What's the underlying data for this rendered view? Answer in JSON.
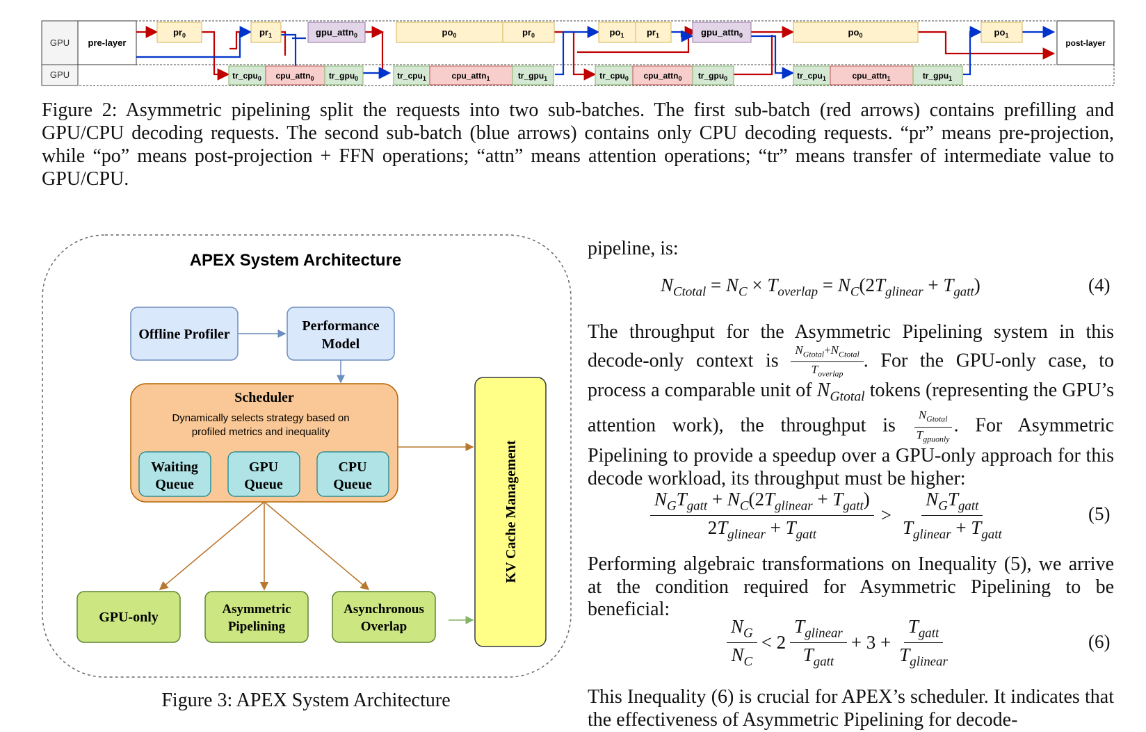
{
  "fig2": {
    "row_label_top": "GPU",
    "row_label_bottom": "GPU",
    "pre_layer": "pre-layer",
    "post_layer": "post-layer",
    "top_blocks": [
      {
        "base": "pr",
        "sub": "0"
      },
      {
        "base": "pr",
        "sub": "1"
      },
      {
        "base": "gpu_attn",
        "sub": "0"
      },
      {
        "base": "po",
        "sub": "0"
      },
      {
        "base": "pr",
        "sub": "0"
      },
      {
        "base": "po",
        "sub": "1"
      },
      {
        "base": "pr",
        "sub": "1"
      },
      {
        "base": "gpu_attn",
        "sub": "0"
      },
      {
        "base": "po",
        "sub": "0"
      },
      {
        "base": "po",
        "sub": "1"
      }
    ],
    "bottom_blocks": [
      {
        "base": "tr_cpu",
        "sub": "0"
      },
      {
        "base": "cpu_attn",
        "sub": "0"
      },
      {
        "base": "tr_gpu",
        "sub": "0"
      },
      {
        "base": "tr_cpu",
        "sub": "1"
      },
      {
        "base": "cpu_attn",
        "sub": "1"
      },
      {
        "base": "tr_gpu",
        "sub": "1"
      },
      {
        "base": "tr_cpu",
        "sub": "0"
      },
      {
        "base": "cpu_attn",
        "sub": "0"
      },
      {
        "base": "tr_gpu",
        "sub": "0"
      },
      {
        "base": "tr_cpu",
        "sub": "1"
      },
      {
        "base": "cpu_attn",
        "sub": "1"
      },
      {
        "base": "tr_gpu",
        "sub": "1"
      }
    ],
    "caption": "Figure 2: Asymmetric pipelining split the requests into two sub-batches. The first sub-batch (red arrows) contains prefilling and GPU/CPU decoding requests. The second sub-batch (blue arrows) contains only CPU decoding requests. “pr” means pre-projection, while “po” means post-projection + FFN operations; “attn” means attention operations; “tr” means transfer of intermediate value to GPU/CPU."
  },
  "fig3": {
    "title": "APEX System Architecture",
    "offline_profiler": "Offline Profiler",
    "performance_model_l1": "Performance",
    "performance_model_l2": "Model",
    "scheduler_title": "Scheduler",
    "scheduler_desc_l1": "Dynamically selects strategy based on",
    "scheduler_desc_l2": "profiled metrics and inequality",
    "waiting_l1": "Waiting",
    "waiting_l2": "Queue",
    "gpuq_l1": "GPU",
    "gpuq_l2": "Queue",
    "cpuq_l1": "CPU",
    "cpuq_l2": "Queue",
    "kv_cache": "KV Cache Management",
    "gpu_only": "GPU-only",
    "asym_l1": "Asymmetric",
    "asym_l2": "Pipelining",
    "async_l1": "Asynchronous",
    "async_l2": "Overlap",
    "caption": "Figure 3: APEX System Architecture",
    "colors": {
      "blue_box": "#dae8fc",
      "orange_box": "#fac896",
      "teal_box": "#b0e3e6",
      "green_box": "#cce682",
      "yellow_box": "#ffff88"
    }
  },
  "text": {
    "p1": "pipeline, is:",
    "eq4_num": "(4)",
    "p2a": "The throughput for the Asymmetric Pipelining system in this decode-only context is",
    "p2b": ". For the GPU-only case, to process a comparable unit of",
    "p2c": "tokens (representing the GPU’s attention work), the throughput is",
    "p2d": ". For Asymmetric Pipelining to provide a speedup over a GPU-only approach for this decode workload, its throughput must be higher:",
    "eq5_num": "(5)",
    "p3": "Performing algebraic transformations on Inequality (5), we arrive at the condition required for Asymmetric Pipelining to be beneficial:",
    "eq6_num": "(6)",
    "p4": "This Inequality (6) is crucial for APEX’s scheduler. It indicates that the effectiveness of Asymmetric Pipelining for decode-"
  }
}
